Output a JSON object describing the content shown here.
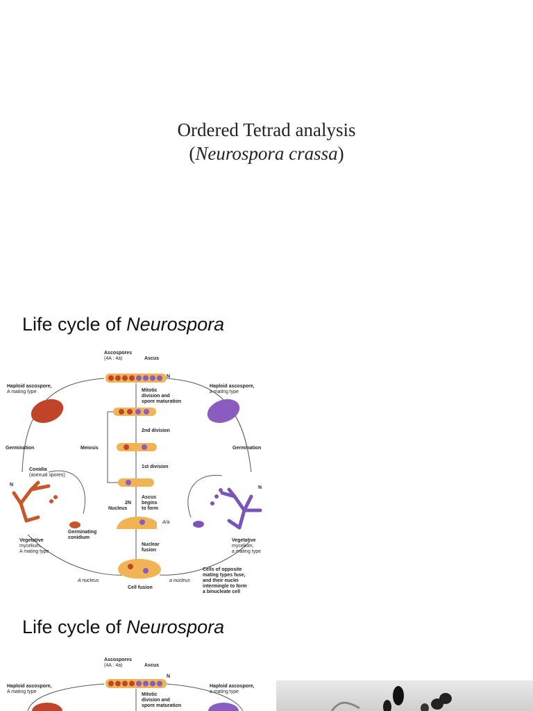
{
  "slide1": {
    "title_line1": "Ordered Tetrad analysis",
    "title_open": "(",
    "title_species": "Neurospora crassa",
    "title_close": ")"
  },
  "section": {
    "prefix": "Life cycle of ",
    "italic": "Neurospora"
  },
  "diagram_labels": {
    "ascospores": "Ascospores",
    "ascospores_ratio": "(4A : 4a)",
    "ascus": "Ascus",
    "n": "N",
    "haploid_A_1": "Haploid ascospore,",
    "haploid_A_2": "A mating type",
    "haploid_a_1": "Haploid ascospore,",
    "haploid_a_2": "a mating type",
    "mitotic_1": "Mitotic",
    "mitotic_2": "division and",
    "mitotic_3": "spore maturation",
    "second_div": "2nd division",
    "first_div": "1st division",
    "germination": "Germination",
    "meiosis": "Meiosis",
    "conidia_1": "Conidia",
    "conidia_2": "(asexual spores)",
    "two_n": "2N",
    "nucleus": "Nucleus",
    "ascus_begins_1": "Ascus",
    "ascus_begins_2": "begins",
    "ascus_begins_3": "to form",
    "Aa": "A/a",
    "germ_con_1": "Germinating",
    "germ_con_2": "conidium",
    "veg_A_1": "Vegetative",
    "veg_A_2": "mycelium,",
    "veg_A_3": "A mating type",
    "veg_a_1": "Vegetative",
    "veg_a_2": "mycelium,",
    "veg_a_3": "a mating type",
    "nuclear_1": "Nuclear",
    "nuclear_2": "fusion",
    "A_nucleus": "A nucleus",
    "a_nucleus": "a nucleus",
    "cell_fusion": "Cell fusion",
    "cells_1": "Cells of opposite",
    "cells_2": "mating types fuse,",
    "cells_3": "and their nuclei",
    "cells_4": "intermingle to form",
    "cells_5": "a binucleate cell"
  },
  "colors": {
    "cell_fill": "#f0b455",
    "A_spore": "#c0442a",
    "a_spore": "#8a5cc0",
    "mycelium_A": "#c8562a",
    "mycelium_a": "#7a55b8"
  }
}
